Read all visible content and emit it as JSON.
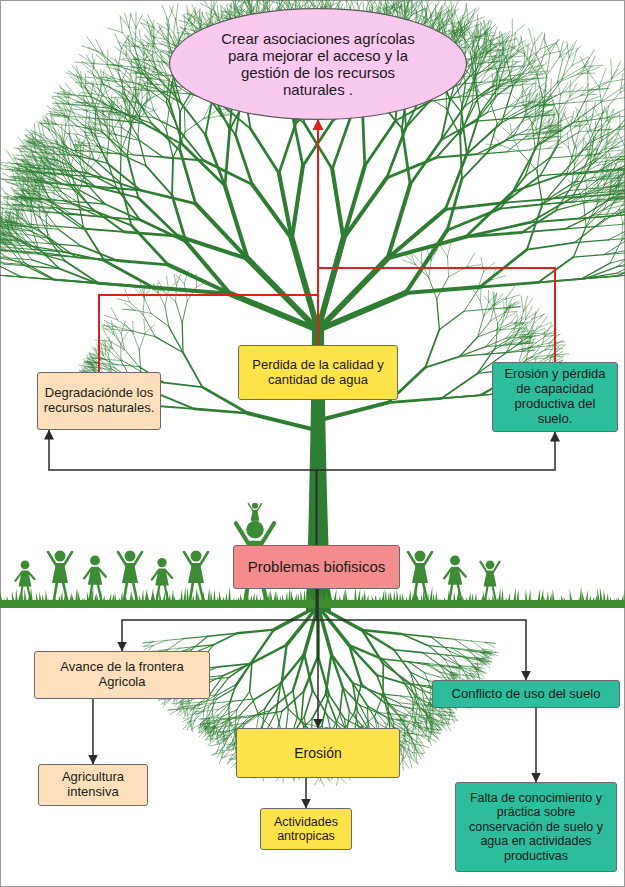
{
  "diagram": {
    "nodes": [
      {
        "text": [
          "Crear asociaciones agrícolas para mejorar el acceso y la gestión de los recursos naturales ."
        ]
      },
      {
        "text": [
          "Degradaciónde los recursos naturales."
        ]
      },
      {
        "text": [
          "Perdida de la calidad y cantidad de agua"
        ]
      },
      {
        "text": [
          "Erosión y pérdida de capacidad productiva del suelo."
        ]
      },
      {
        "text": [
          "Problemas biofisicos"
        ]
      },
      {
        "text": [
          "Avance de la frontera Agricola"
        ]
      },
      {
        "text": [
          "Conflicto de uso del suelo"
        ]
      },
      {
        "text": [
          "Erosión"
        ]
      },
      {
        "text": [
          "Agricultura intensiva"
        ]
      },
      {
        "text": [
          "Falta de conocimiento y práctica sobre conservación de suelo y agua en actividades productivas"
        ]
      },
      {
        "text": [
          "Actividades antropicas"
        ]
      }
    ],
    "edges": [
      {
        "from": 1,
        "to": 0,
        "arrow": "to"
      },
      {
        "from": 2,
        "to": 0,
        "arrow": "to"
      },
      {
        "from": 3,
        "to": 0,
        "arrow": "to"
      },
      {
        "from": 4,
        "to": 1,
        "arrow": "to"
      },
      {
        "from": 4,
        "to": 3,
        "arrow": "to"
      },
      {
        "from": 4,
        "to": 5,
        "arrow": "to"
      },
      {
        "from": 4,
        "to": 7,
        "arrow": "to"
      },
      {
        "from": 4,
        "to": 6,
        "arrow": "to"
      },
      {
        "from": 5,
        "to": 8,
        "arrow": "to"
      },
      {
        "from": 7,
        "to": 10,
        "arrow": "to"
      },
      {
        "from": 6,
        "to": 9,
        "arrow": "to"
      }
    ]
  }
}
